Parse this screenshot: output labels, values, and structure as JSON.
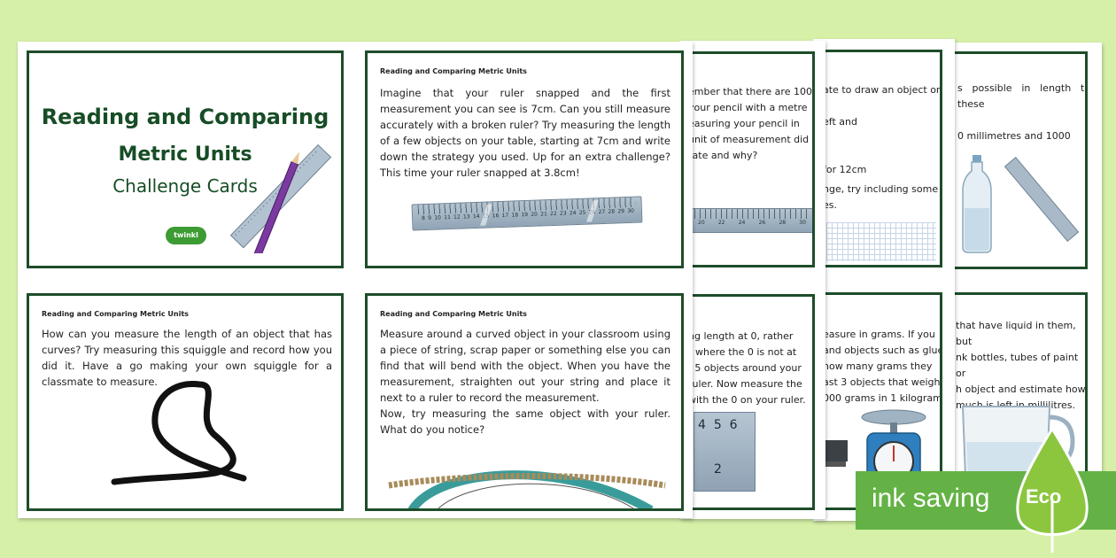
{
  "title_card": {
    "line1": "Reading and Comparing",
    "line2": "Metric Units",
    "line3": "Challenge Cards",
    "logo": "twinkl"
  },
  "card_header": "Reading and Comparing Metric Units",
  "cards": {
    "c1_text": "Imagine that your ruler snapped and the first measurement you can see is 7cm. Can you still measure accurately with a broken ruler? Try measuring the length of a few objects on your table, starting at 7cm and write down the strategy you used. Up for an extra challenge? This time your ruler snapped at 3.8cm!",
    "c2_text": "How can you measure the length of an object that has curves? Try measuring this squiggle and record how you did it. Have a go making your own squiggle for a classmate to measure.",
    "c3_p1": "Measure around a curved object in your classroom using a piece of string, scrap paper or something else you can find that will bend with the object. When you have the measurement, straighten out your string and place it next to a ruler to record the measurement.",
    "c3_p2": "Now, try measuring the same object with your ruler. What do you notice?",
    "ruler_numbers": [
      "8",
      "9",
      "10",
      "11",
      "12",
      "13",
      "14",
      "15",
      "16",
      "17",
      "18",
      "19",
      "20",
      "21",
      "22",
      "23",
      "24",
      "25",
      "26",
      "27",
      "28",
      "29",
      "30"
    ]
  },
  "partial": {
    "a_lines": [
      "ember that there are 100",
      "your pencil with a metre",
      "easuring your pencil in",
      "unit of measurement did",
      "rate and why?"
    ],
    "b_lines": [
      "ng length at 0, rather",
      "r where the 0 is not at",
      "f 5 objects around your",
      "ruler. Now measure the",
      "with the 0 on your ruler."
    ],
    "b_ruler_digits": [
      "4",
      "5",
      "6",
      "2"
    ],
    "c_lines": [
      "ate to draw an object on",
      "eft and",
      "for 12cm",
      "nge, try including some",
      "es."
    ],
    "d_lines": [
      "easure in grams. If you",
      "and objects such as glue",
      "how many grams they",
      "ast 3 objects that weigh",
      "000 grams in 1 kilogram"
    ],
    "e_lines": [
      "s possible in length to these",
      "0   millimetres   and   1000"
    ],
    "f_lines": [
      "that have liquid in them, but",
      "nk bottles, tubes of paint or",
      "h object and estimate how",
      "much is left in millilitres."
    ]
  },
  "badge": {
    "text": "ink saving",
    "eco": "Eco"
  },
  "colors": {
    "background": "#d6f0a8",
    "border": "#1d4d2a",
    "title": "#174d26",
    "eco": "#64b245"
  }
}
